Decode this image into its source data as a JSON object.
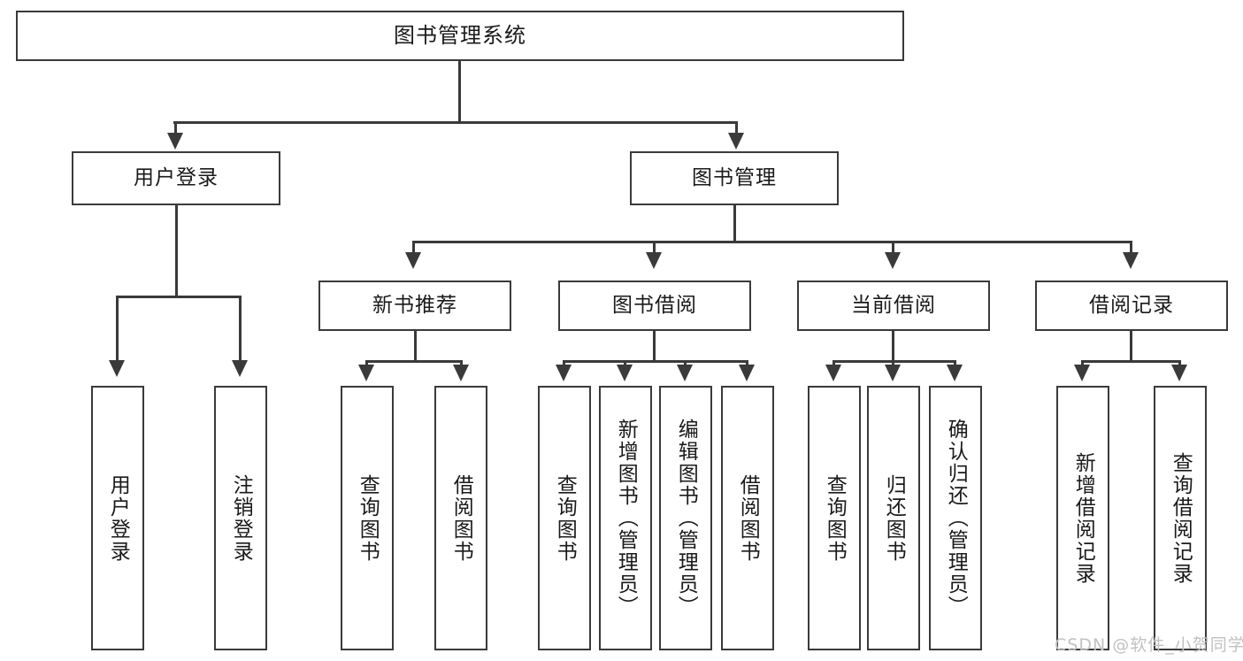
{
  "diagram": {
    "title": "图书管理系统",
    "watermark": "CSDN @软件_小贺同学",
    "colors": {
      "line": "#3a3a3a",
      "box_fill": "#ffffff",
      "text": "#1a1a1a",
      "background": "#ffffff",
      "watermark": "#c2c2c2"
    },
    "root": {
      "label": "图书管理系统"
    },
    "level2": [
      {
        "label": "用户登录"
      },
      {
        "label": "图书管理"
      }
    ],
    "level3": [
      {
        "label": "新书推荐"
      },
      {
        "label": "图书借阅"
      },
      {
        "label": "当前借阅"
      },
      {
        "label": "借阅记录"
      }
    ],
    "leaves": {
      "user_login": [
        {
          "label": "用户登录"
        },
        {
          "label": "注销登录"
        }
      ],
      "new_book": [
        {
          "label": "查询图书"
        },
        {
          "label": "借阅图书"
        }
      ],
      "book_borrow": [
        {
          "label": "查询图书"
        },
        {
          "label": "新增图书（管理员）"
        },
        {
          "label": "编辑图书（管理员）"
        },
        {
          "label": "借阅图书"
        }
      ],
      "current_borrow": [
        {
          "label": "查询图书"
        },
        {
          "label": "归还图书"
        },
        {
          "label": "确认归还（管理员）"
        }
      ],
      "borrow_record": [
        {
          "label": "新增借阅记录"
        },
        {
          "label": "查询借阅记录"
        }
      ]
    }
  }
}
